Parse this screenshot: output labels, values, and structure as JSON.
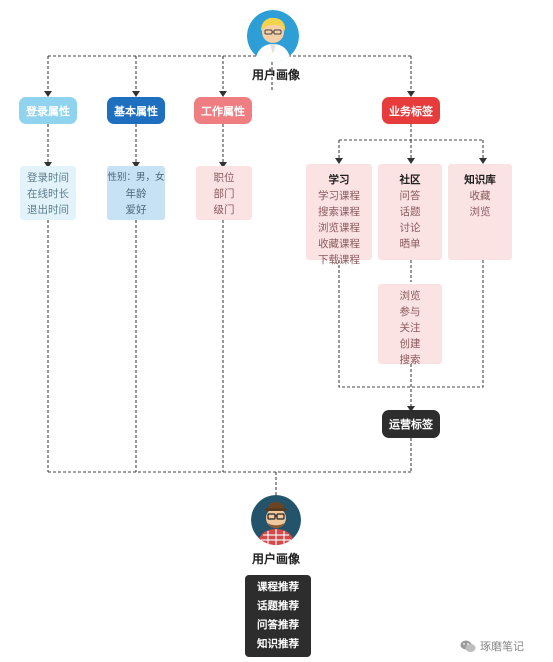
{
  "top": {
    "title": "用户画像"
  },
  "tags": {
    "login": "登录属性",
    "basic": "基本属性",
    "work": "工作属性",
    "business": "业务标签",
    "ops": "运营标签"
  },
  "login_panel": [
    "登录时间",
    "在线时长",
    "退出时间"
  ],
  "basic_panel": [
    "性别：男，女",
    "年龄",
    "爱好"
  ],
  "work_panel": [
    "职位",
    "部门",
    "级门"
  ],
  "study": {
    "title": "学习",
    "items": [
      "学习课程",
      "搜索课程",
      "浏览课程",
      "收藏课程",
      "下载课程"
    ]
  },
  "community": {
    "title": "社区",
    "items": [
      "问答",
      "话题",
      "讨论",
      "晒单"
    ]
  },
  "knowledge": {
    "title": "知识库",
    "items": [
      "收藏",
      "浏览"
    ]
  },
  "actions": [
    "浏览",
    "参与",
    "关注",
    "创建",
    "搜索"
  ],
  "bottom": {
    "title": "用户画像",
    "recommendations": [
      "课程推荐",
      "话题推荐",
      "问答推荐",
      "知识推荐"
    ]
  },
  "watermark": "琢磨笔记",
  "colors": {
    "login_tag": "#8fd3ee",
    "basic_tag": "#1f6fc0",
    "work_tag": "#ef7e82",
    "business_tag": "#e83c3c",
    "login_panel": "#e3f3fb",
    "basic_panel": "#c7e2f5",
    "pink_panel": "#fbe3e4",
    "dark": "#2d2d2d"
  }
}
